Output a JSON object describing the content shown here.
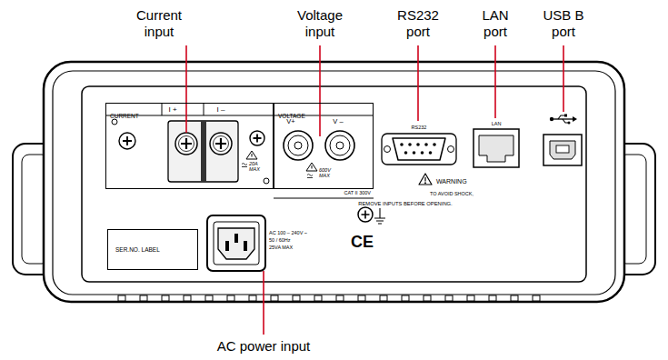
{
  "diagram": {
    "nodes": [
      {
        "text": [
          "CURRENT"
        ]
      },
      {
        "text": [
          "VOLTAGE"
        ]
      },
      {
        "text": [
          "SER.NO. LABEL"
        ]
      }
    ],
    "labels": [
      "Current input",
      "Voltage input",
      "RS232 port",
      "LAN port",
      "USB B port",
      "I +",
      "I –",
      "V+",
      "V –",
      "20A MAX",
      "600V MAX",
      "CAT II 300V",
      "RS232",
      "LAN",
      "WARNING",
      "TO AVOID SHOCK,",
      "REMOVE INPUTS BEFORE OPENING.",
      "AC 100 – 240V ~",
      "50 / 60Hz",
      "25VA MAX",
      "CE",
      "AC power input"
    ]
  }
}
